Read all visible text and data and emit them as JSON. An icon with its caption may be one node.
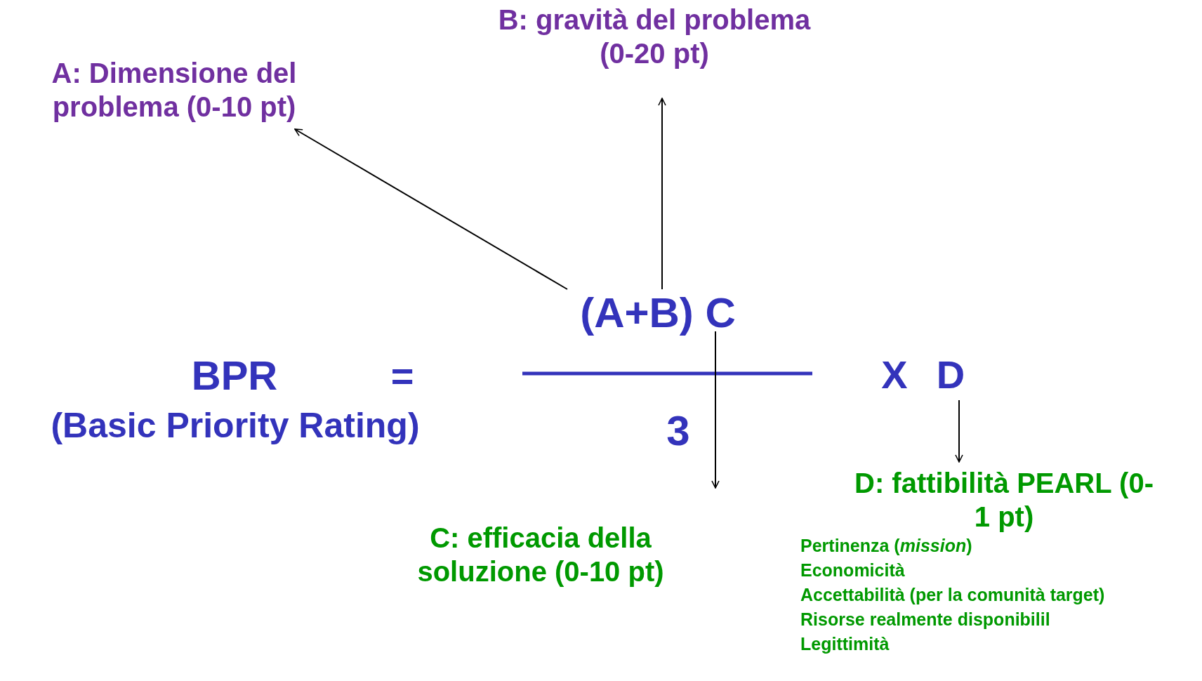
{
  "diagram": {
    "nodes": [
      {
        "text": [
          "A: Dimensione del problema (0-10 pt)"
        ]
      },
      {
        "text": [
          "B: gravità del problema (0-20 pt)"
        ]
      },
      {
        "text": [
          "(A+B) C"
        ]
      },
      {
        "text": [
          "D"
        ]
      },
      {
        "text": [
          "C: efficacia della soluzione (0-10 pt)"
        ]
      },
      {
        "text": [
          "D: fattibilità PEARL (0-1 pt)",
          "Pertinenza (*mission*)",
          "Economicità",
          "Accettabilità (per la comunità target)",
          "Risorse realmente disponibilil",
          "Legittimità"
        ]
      }
    ],
    "edges": [
      {
        "from": 2,
        "to": 0,
        "arrow": "to"
      },
      {
        "from": 2,
        "to": 1,
        "arrow": "to"
      },
      {
        "from": 2,
        "to": 4,
        "arrow": "to"
      },
      {
        "from": 3,
        "to": 5,
        "arrow": "to"
      }
    ],
    "labels": [
      "BPR",
      "(Basic Priority Rating)",
      "=",
      "3",
      "X"
    ]
  }
}
